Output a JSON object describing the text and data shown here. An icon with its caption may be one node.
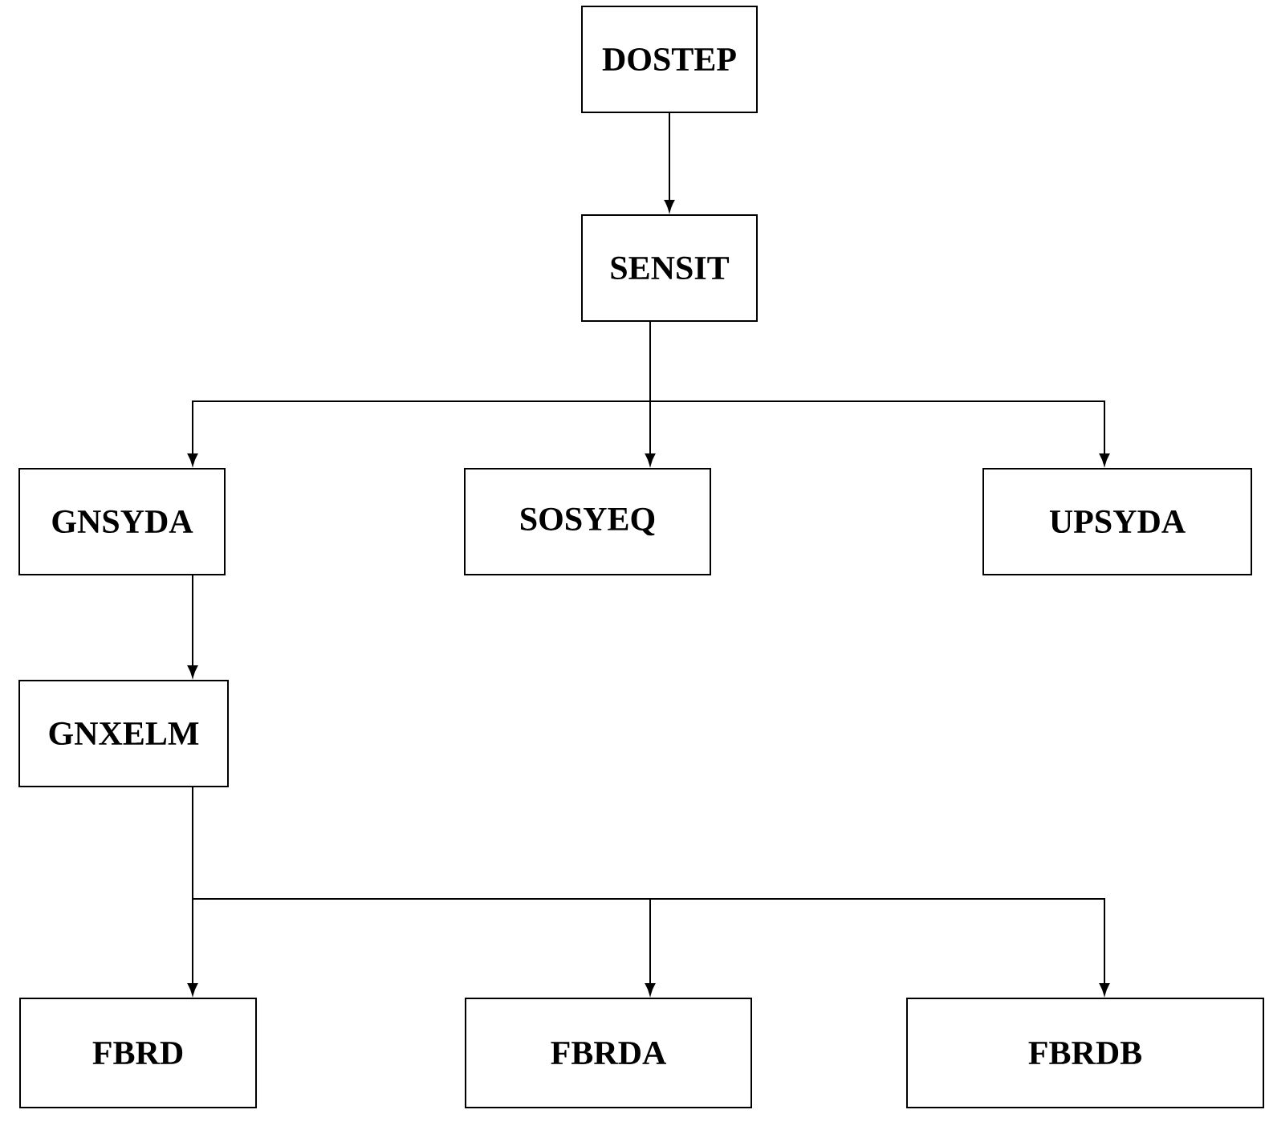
{
  "diagram": {
    "nodes": [
      {
        "text": [
          "DOSTEP"
        ]
      },
      {
        "text": [
          "SENSIT"
        ]
      },
      {
        "text": [
          "GNSYDA"
        ]
      },
      {
        "text": [
          "SOSYEQ"
        ]
      },
      {
        "text": [
          "UPSYDA"
        ]
      },
      {
        "text": [
          "GNXELM"
        ]
      },
      {
        "text": [
          "FBRD"
        ]
      },
      {
        "text": [
          "FBRDA"
        ]
      },
      {
        "text": [
          "FBRDB"
        ]
      }
    ],
    "edges": [
      {
        "from": 0,
        "to": 1,
        "arrow": "to"
      },
      {
        "from": 1,
        "to": 2,
        "arrow": "to"
      },
      {
        "from": 1,
        "to": 3,
        "arrow": "to"
      },
      {
        "from": 1,
        "to": 4,
        "arrow": "to"
      },
      {
        "from": 2,
        "to": 5,
        "arrow": "to"
      },
      {
        "from": 5,
        "to": 6,
        "arrow": "to"
      },
      {
        "from": 5,
        "to": 7,
        "arrow": "to"
      },
      {
        "from": 5,
        "to": 8,
        "arrow": "to"
      }
    ]
  }
}
